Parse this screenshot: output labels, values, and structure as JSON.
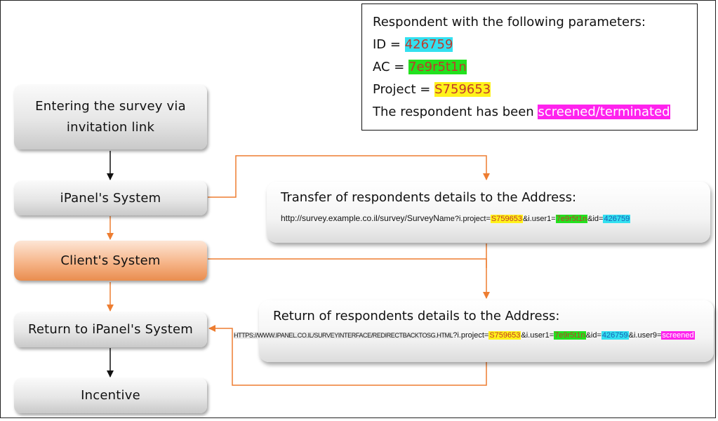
{
  "params": {
    "heading": "Respondent with the following parameters:",
    "id_label": "ID = ",
    "id_value": "426759",
    "ac_label": "AC = ",
    "ac_value": "7e9r5t1n",
    "project_label": "Project = ",
    "project_value": "S759653",
    "status_label": "The respondent has been ",
    "status_value": "screened/terminated"
  },
  "flow": {
    "entering": "Entering the survey via invitation link",
    "ipanel": "iPanel's System",
    "client": "Client's System",
    "return": "Return to iPanel's System",
    "incentive": "Incentive"
  },
  "transfer": {
    "title": "Transfer of respondents details to the Address:",
    "url_base": "http://survey.example.co.il/survey/SurveyNa",
    "url_base_small": "me?i.project=",
    "project": "S759653",
    "p_user1": "&i.user1=",
    "user1": "7e9r5t1n",
    "p_id": "&id=",
    "id": "426759"
  },
  "return_box": {
    "title": "Return of respondents details to the Address:",
    "url_caps": "HTTPS://WWW.IPANEL.CO.IL/SURVEYINTERFACE/REDIRECTBACKTOSG.HTML",
    "p_project": "?i.project=",
    "project": "S759653",
    "p_user1": "&i.user1=",
    "user1": "7e9r5t1n",
    "p_id": "&id=",
    "id": "426759",
    "p_user9": "&i.user9=",
    "user9": "screened"
  },
  "colors": {
    "orange_arrow": "#ed7d31",
    "black_arrow": "#111111",
    "id_highlight": "#33e0f0",
    "ac_highlight": "#22e11e",
    "project_highlight": "#fff21a",
    "status_highlight": "#ff22ee"
  }
}
